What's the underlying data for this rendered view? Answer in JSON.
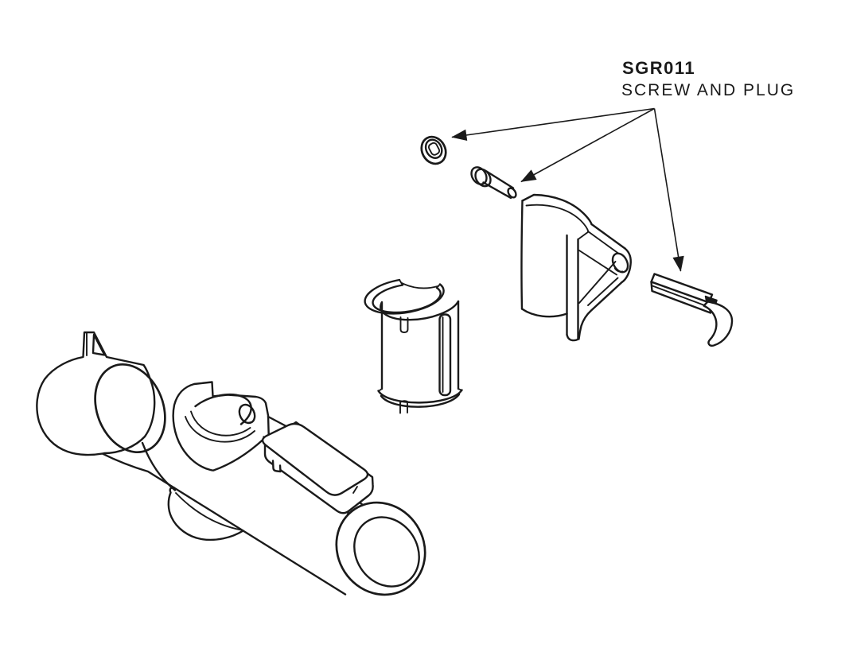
{
  "diagram": {
    "callout": {
      "code": "SGR011",
      "label": "SCREW AND PLUG",
      "targets": [
        "plug",
        "screw",
        "locking-lever"
      ]
    },
    "colors": {
      "background": "#ffffff",
      "line": "#1a1a1a"
    }
  }
}
